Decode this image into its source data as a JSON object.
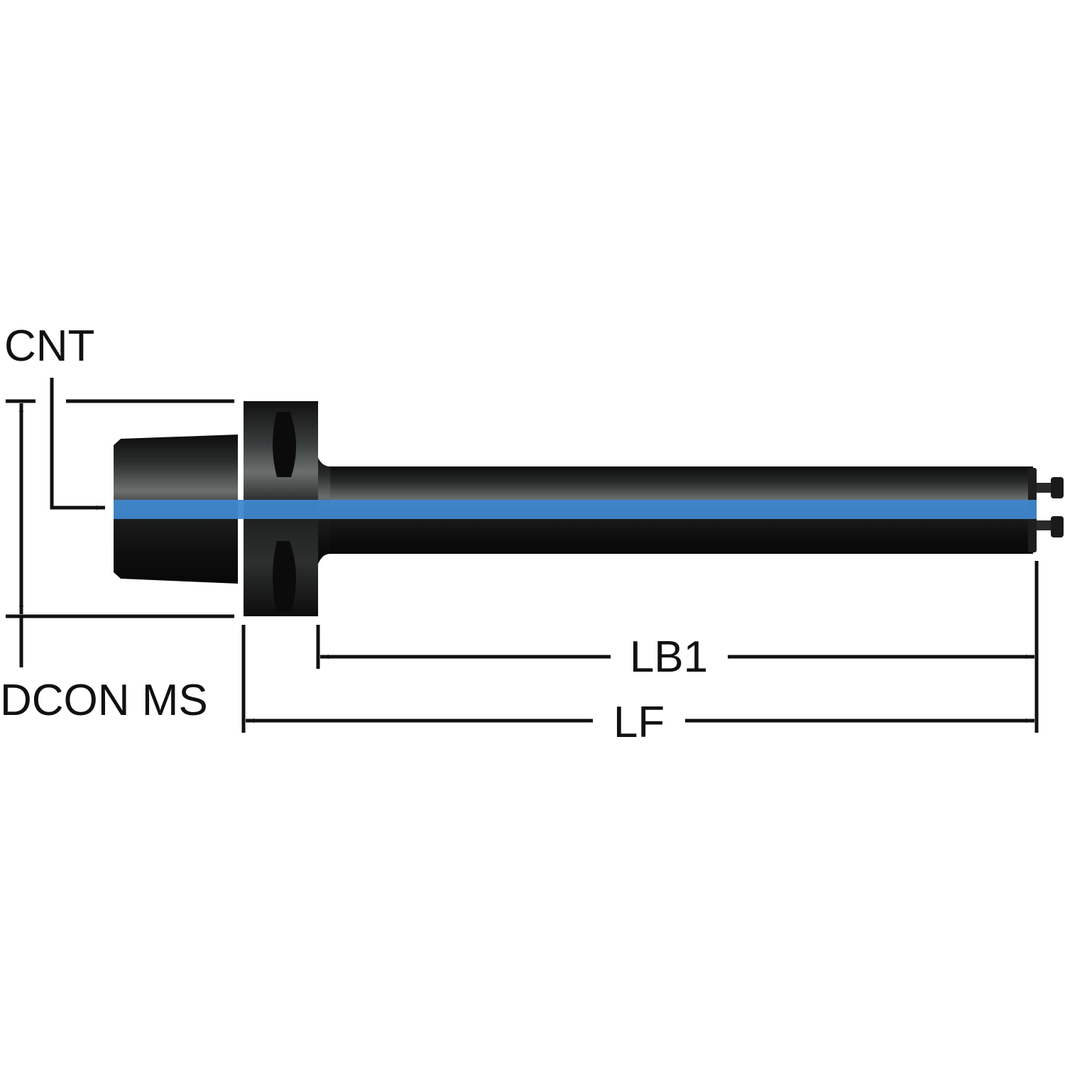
{
  "labels": {
    "cnt": "CNT",
    "dcon_ms": "DCON MS",
    "lb1": "LB1",
    "lf": "LF"
  },
  "colors": {
    "body": "#1a1a1a",
    "highlight": "#6e7372",
    "coolant_band": "#3f87cf",
    "dimension": "#111111"
  }
}
